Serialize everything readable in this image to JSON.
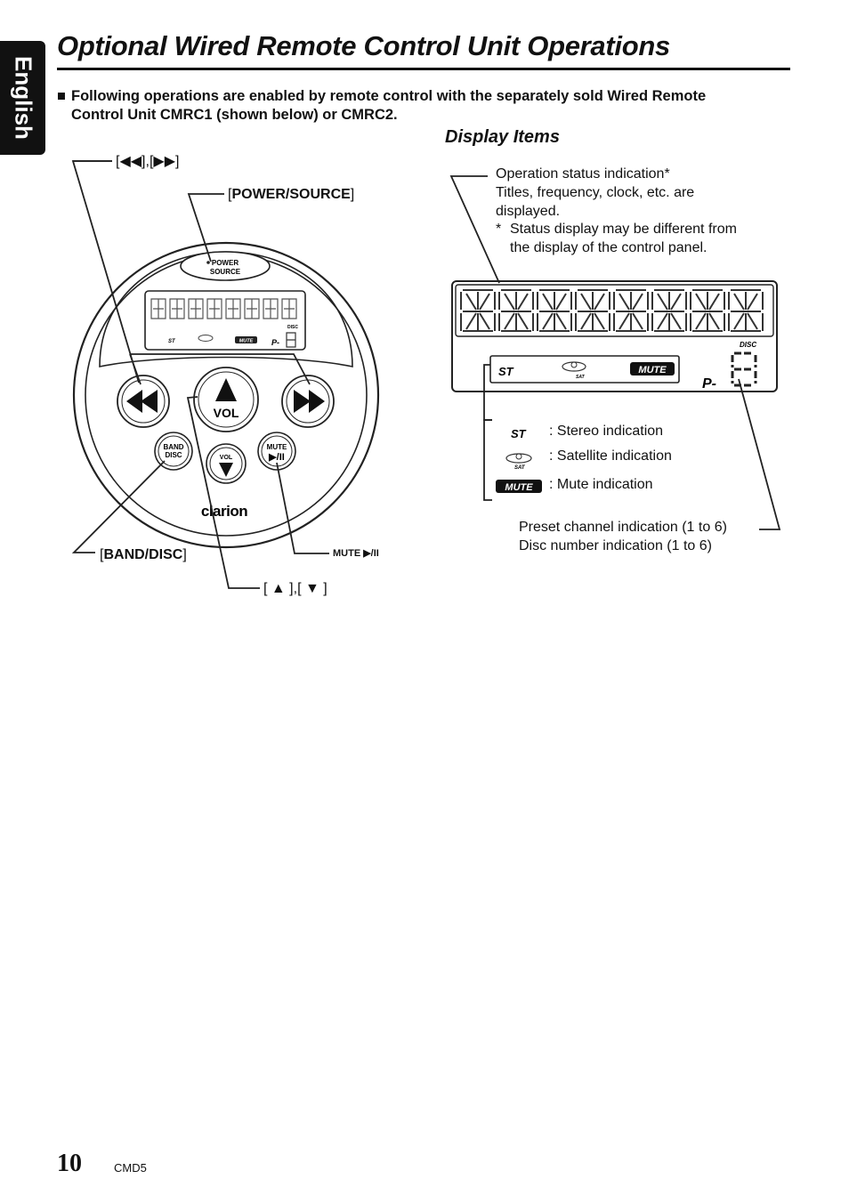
{
  "side_tab": "English",
  "title": "Optional Wired Remote Control Unit Operations",
  "intro": {
    "bullet": "■",
    "line1": "Following operations are enabled by remote control with the separately sold Wired Remote",
    "line2": "Control Unit CMRC1 (shown below) or CMRC2."
  },
  "subheading": "Display Items",
  "remote_labels": {
    "skip": "[◀◀],[▶▶]",
    "power_source": "POWER/SOURCE",
    "band_disc": "BAND/DISC",
    "mute_play": "MUTE ▶/II",
    "volume": "[ ▲ ],[ ▼ ]"
  },
  "remote": {
    "power_l1": "POWER",
    "power_l2": "SOURCE",
    "vol": "VOL",
    "band_l1": "BAND",
    "band_l2": "DISC",
    "mute_l1": "MUTE",
    "mute_l2": "▶/II",
    "brand": "clarion",
    "disc_small": "DISC",
    "p_small": "P-",
    "st_small": "ST",
    "mute_small": "MUTE",
    "vol_small": "VOL"
  },
  "display_notes": {
    "op_status": "Operation status indication*",
    "titles_l1": "Titles, frequency, clock, etc. are",
    "titles_l2": "displayed.",
    "asterisk": "*",
    "status_l1": "Status display may be different from",
    "status_l2": "the display of the control panel."
  },
  "lcd": {
    "st": "ST",
    "sat": "SAT",
    "mute": "MUTE",
    "disc": "DISC",
    "preset": "P-"
  },
  "legend": [
    {
      "icon": "ST",
      "text": ": Stereo indication"
    },
    {
      "icon": "SAT",
      "text": ": Satellite indication"
    },
    {
      "icon": "MUTE",
      "text": ": Mute indication"
    }
  ],
  "preset_note": {
    "line1": "Preset channel indication (1 to 6)",
    "line2": "Disc number indication (1 to 6)"
  },
  "footer": {
    "page_number": "10",
    "model": "CMD5"
  }
}
